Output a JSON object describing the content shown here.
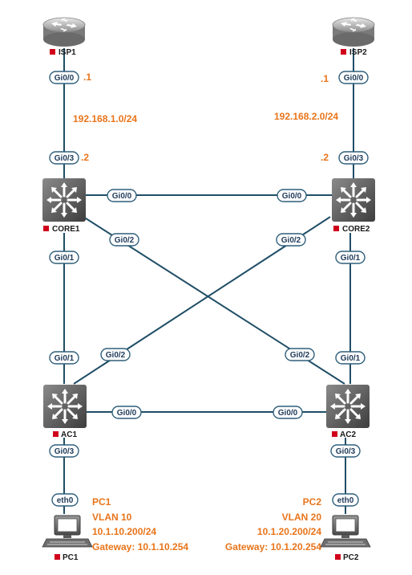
{
  "colors": {
    "accent": "#e8741a",
    "link": "#1f4e66",
    "marker": "#d0021b",
    "pill_border": "#2f5f7a"
  },
  "devices": {
    "isp1": {
      "label": "ISP1",
      "icon": "router-icon"
    },
    "isp2": {
      "label": "ISP2",
      "icon": "router-icon"
    },
    "core1": {
      "label": "CORE1",
      "icon": "multilayer-switch-icon"
    },
    "core2": {
      "label": "CORE2",
      "icon": "multilayer-switch-icon"
    },
    "ac1": {
      "label": "AC1",
      "icon": "multilayer-switch-icon"
    },
    "ac2": {
      "label": "AC2",
      "icon": "multilayer-switch-icon"
    },
    "pc1": {
      "label": "PC1",
      "icon": "pc-icon"
    },
    "pc2": {
      "label": "PC2",
      "icon": "pc-icon"
    }
  },
  "interfaces": {
    "isp1_gi00": "Gi0/0",
    "core1_gi03": "Gi0/3",
    "isp2_gi00": "Gi0/0",
    "core2_gi03": "Gi0/3",
    "core1_gi00": "Gi0/0",
    "core2_gi00": "Gi0/0",
    "core1_gi02": "Gi0/2",
    "core2_gi02": "Gi0/2",
    "core1_gi01": "Gi0/1",
    "core2_gi01": "Gi0/1",
    "ac1_gi01": "Gi0/1",
    "ac2_gi01": "Gi0/1",
    "ac1_gi02": "Gi0/2",
    "ac2_gi02": "Gi0/2",
    "ac1_gi00": "Gi0/0",
    "ac2_gi00": "Gi0/0",
    "ac1_gi03": "Gi0/3",
    "ac2_gi03": "Gi0/3",
    "pc1_eth0": "eth0",
    "pc2_eth0": "eth0"
  },
  "addressing": {
    "isp1_host": ".1",
    "core1_host": ".2",
    "isp2_host": ".1",
    "core2_host": ".2",
    "subnet_left": "192.168.1.0/24",
    "subnet_right": "192.168.2.0/24"
  },
  "pc1_info": {
    "name": "PC1",
    "vlan": "VLAN 10",
    "ip": "10.1.10.200/24",
    "gateway": "Gateway: 10.1.10.254"
  },
  "pc2_info": {
    "name": "PC2",
    "vlan": "VLAN 20",
    "ip": "10.1.20.200/24",
    "gateway": "Gateway: 10.1.20.254"
  }
}
